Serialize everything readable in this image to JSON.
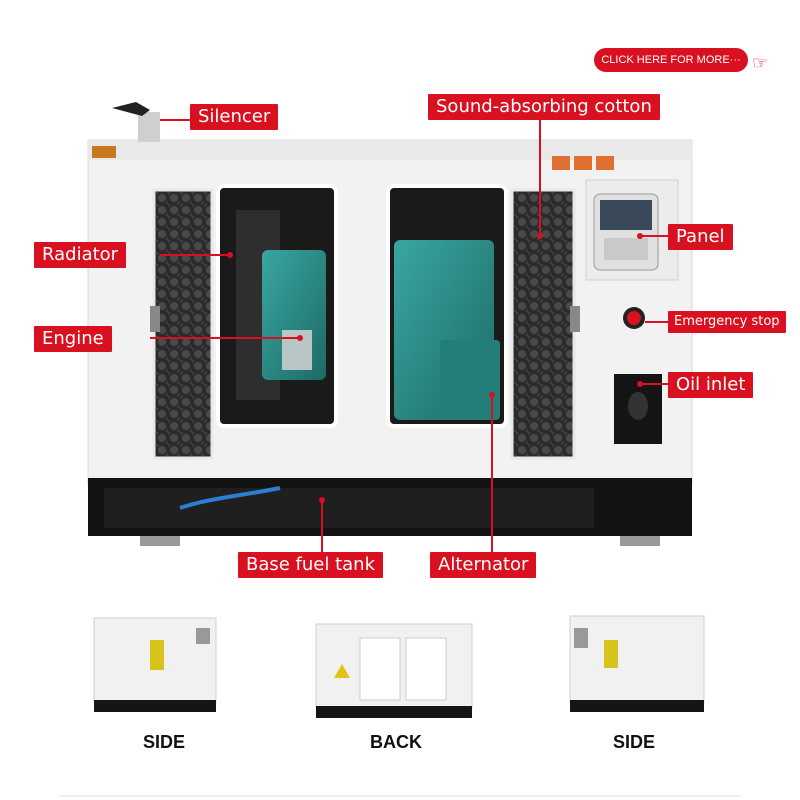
{
  "cta": {
    "label": "CLICK HERE FOR MORE···",
    "icon": "pointing-hand-icon"
  },
  "labels": {
    "silencer": "Silencer",
    "sound_absorbing": "Sound-absorbing cotton",
    "radiator": "Radiator",
    "panel": "Panel",
    "engine": "Engine",
    "emergency_stop": "Emergency stop",
    "oil_inlet": "Oil inlet",
    "base_fuel_tank": "Base fuel tank",
    "alternator": "Alternator"
  },
  "views": [
    "SIDE",
    "BACK",
    "SIDE"
  ],
  "colors": {
    "accent": "#d8101f",
    "frame": "#f1f1f1",
    "base": "#111111",
    "engine": "#2a8f8a"
  }
}
